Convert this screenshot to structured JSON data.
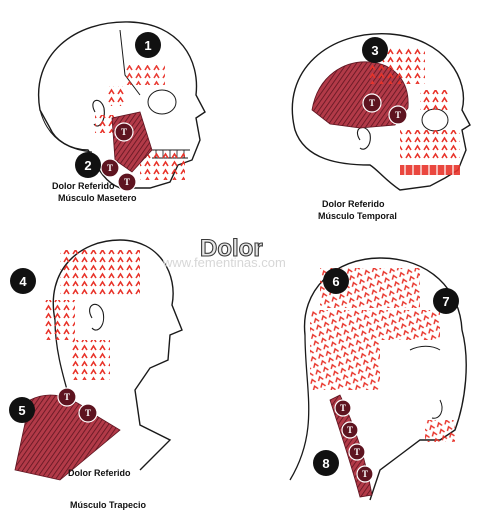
{
  "title": "Dolor",
  "watermark": "www.fementinas.com",
  "panels": [
    {
      "caption_line1": "Dolor Referido",
      "caption_line2": "Músculo Masetero"
    },
    {
      "caption_line1": "Dolor Referido",
      "caption_line2": "Músculo Temporal"
    },
    {
      "caption_line1": "Dolor Referido",
      "caption_line2": "Músculo Trapecio"
    }
  ],
  "markers": [
    "1",
    "2",
    "3",
    "4",
    "5",
    "6",
    "7",
    "8"
  ],
  "trigger_label": "T",
  "colors": {
    "pain": "#e8332a",
    "muscle": "#8b1f2a",
    "outline": "#1a1a1a",
    "marker": "#111111"
  }
}
